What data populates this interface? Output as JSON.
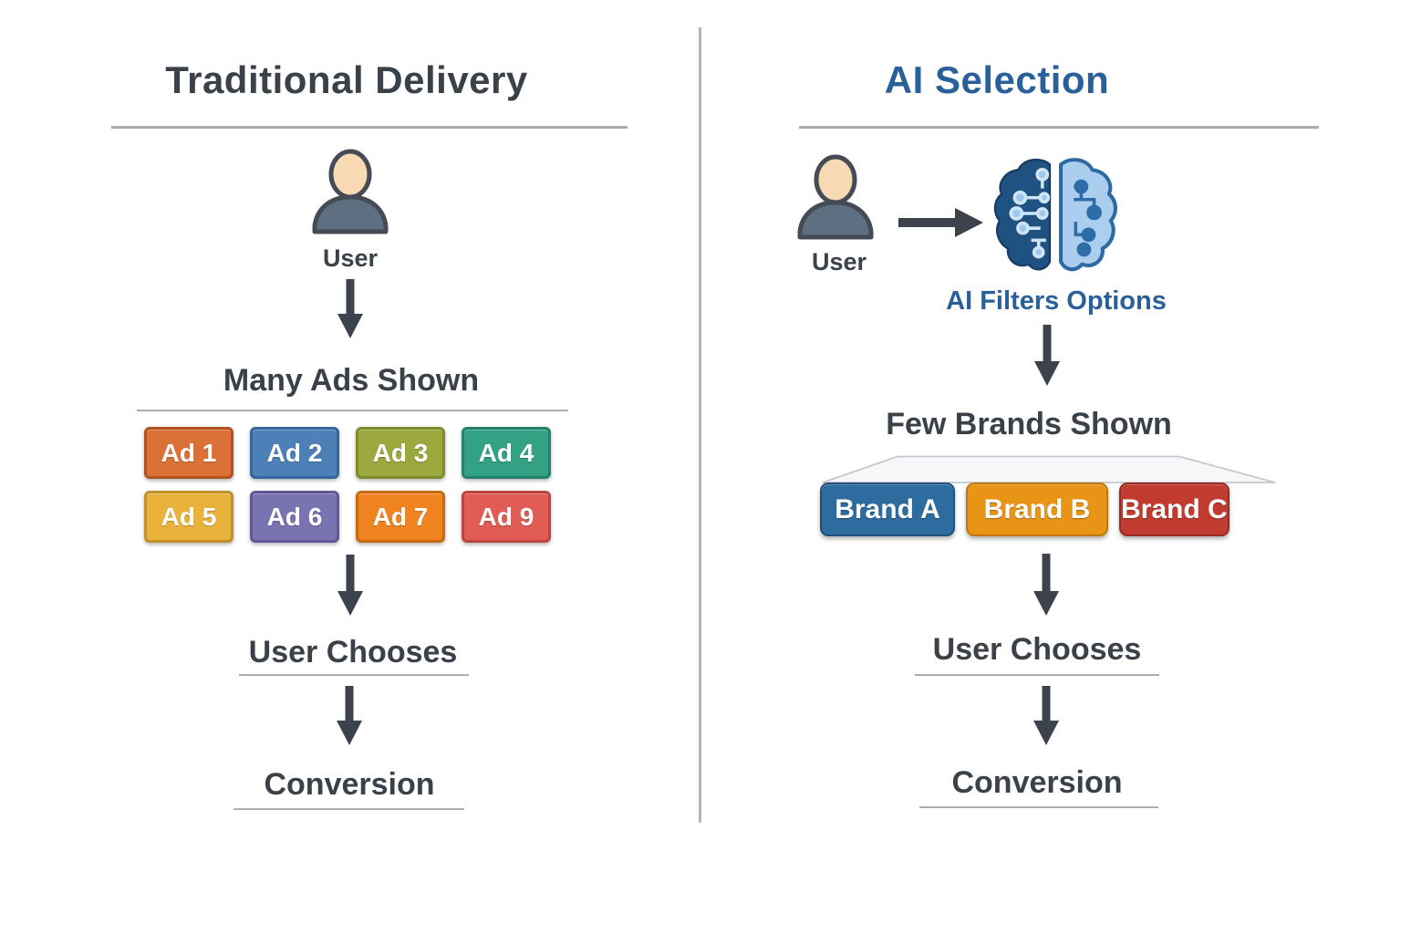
{
  "left_panel": {
    "title": "Traditional Delivery",
    "user_label": "User",
    "ads_heading": "Many Ads Shown",
    "ads": [
      {
        "label": "Ad 1",
        "bg": "#dc7138",
        "border": "#b2521f"
      },
      {
        "label": "Ad 2",
        "bg": "#4d80b6",
        "border": "#38669a"
      },
      {
        "label": "Ad 3",
        "bg": "#9aa83e",
        "border": "#7e8c2b"
      },
      {
        "label": "Ad 4",
        "bg": "#33a184",
        "border": "#23836a"
      },
      {
        "label": "Ad 5",
        "bg": "#e9b33b",
        "border": "#c3902a"
      },
      {
        "label": "Ad 6",
        "bg": "#7a73b1",
        "border": "#5f5894"
      },
      {
        "label": "Ad 7",
        "bg": "#ef8421",
        "border": "#c86a10"
      },
      {
        "label": "Ad 9",
        "bg": "#e05c55",
        "border": "#bc453f"
      }
    ],
    "chooses_label": "User Chooses",
    "conversion_label": "Conversion"
  },
  "right_panel": {
    "title": "AI Selection",
    "user_label": "User",
    "ai_label": "AI Filters Options",
    "brands_heading": "Few Brands Shown",
    "brands": [
      {
        "label": "Brand A",
        "bg": "#2e6b9e",
        "border": "#20527e"
      },
      {
        "label": "Brand B",
        "bg": "#e89417",
        "border": "#bf780c"
      },
      {
        "label": "Brand C",
        "bg": "#c23b30",
        "border": "#992b22"
      }
    ],
    "chooses_label": "User Chooses",
    "conversion_label": "Conversion"
  },
  "colors": {
    "accent_blue": "#2a6099",
    "text_dark": "#3b4149",
    "arrow": "#3c434d",
    "divider": "#b5b5b5",
    "skin": "#f7dab4",
    "torso": "#5d6f80",
    "brain_left": "#1f5181",
    "brain_right": "#abceef"
  }
}
